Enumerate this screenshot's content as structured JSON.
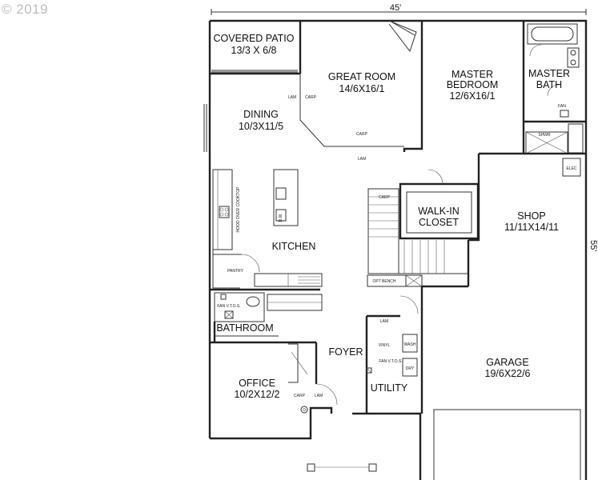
{
  "copyright": "© 2019",
  "dimensions": {
    "width": "45'",
    "depth": "55'"
  },
  "rooms": {
    "covered_patio": {
      "name": "COVERED PATIO",
      "size": "13/3 X 6/8"
    },
    "great_room": {
      "name": "GREAT ROOM",
      "size": "14/6X16/1"
    },
    "master_bedroom": {
      "name_line1": "MASTER",
      "name_line2": "BEDROOM",
      "size": "12/6X16/1"
    },
    "master_bath": {
      "name_line1": "MASTER",
      "name_line2": "BATH"
    },
    "dining": {
      "name": "DINING",
      "size": "10/3X11/5"
    },
    "walk_in_closet": {
      "name_line1": "WALK-IN",
      "name_line2": "CLOSET"
    },
    "shop": {
      "name": "SHOP",
      "size": "11/11X14/11"
    },
    "kitchen": {
      "name": "KITCHEN"
    },
    "bathroom": {
      "name": "BATHROOM"
    },
    "foyer": {
      "name": "FOYER"
    },
    "garage": {
      "name": "GARAGE",
      "size": "19/6X22/6"
    },
    "office": {
      "name": "OFFICE",
      "size": "10/2X12/2"
    },
    "utility": {
      "name": "UTILITY"
    }
  },
  "notes": {
    "pantry": "PANTRY",
    "drop_bench": "OPT BENCH",
    "fan_vtos": "FAN V.T.O.S.",
    "fan": "FAN",
    "lam": "LAM",
    "carp": "CARP",
    "vinyl": "VINYL",
    "shower": "SHWR",
    "range": "HOOD OVER COOKTOP",
    "dw": "D.W.",
    "elec": "ELEC",
    "dry": "DRY",
    "wash": "WASH"
  }
}
